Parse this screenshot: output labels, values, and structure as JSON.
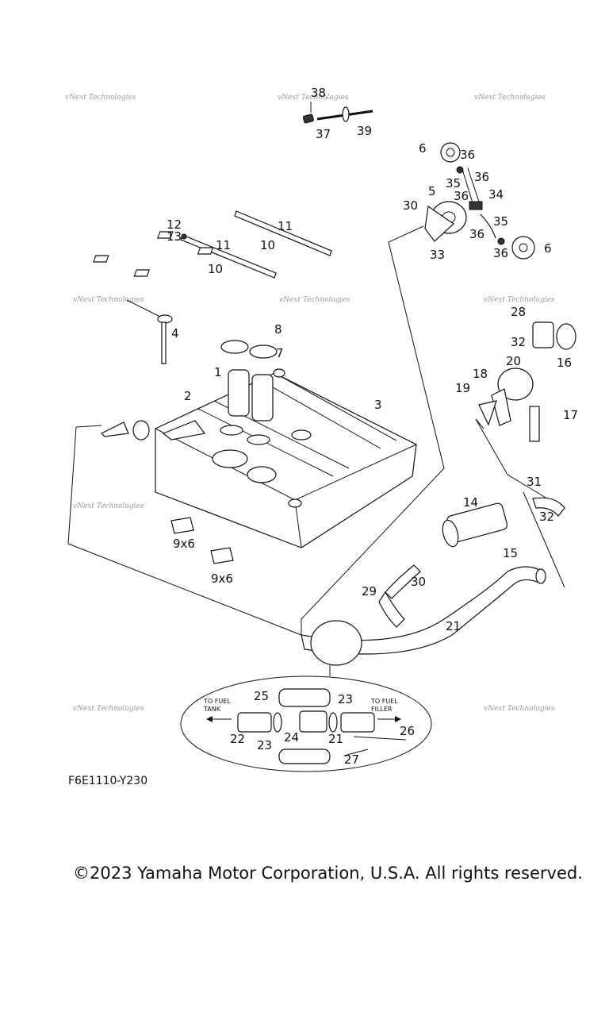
{
  "diagram_code": "F6E1110-Y230",
  "copyright": "©2023 Yamaha Motor Corporation, U.S.A. All rights reserved.",
  "watermark": "vNext Technologies",
  "detail": {
    "left_label": "TO FUEL\nTANK",
    "left_line1": "TO FUEL",
    "left_line2": "TANK",
    "right_line1": "TO FUEL",
    "right_line2": "FILLER"
  },
  "callouts": {
    "c1": "1",
    "c2": "2",
    "c3": "3",
    "c4": "4",
    "c5": "5",
    "c6a": "6",
    "c6b": "6",
    "c7": "7",
    "c8": "8",
    "c9a": "9x6",
    "c9b": "9x6",
    "c10a": "10",
    "c10b": "10",
    "c11a": "11",
    "c11b": "11",
    "c12": "12",
    "c13": "13",
    "c14": "14",
    "c15": "15",
    "c16": "16",
    "c17": "17",
    "c18": "18",
    "c19": "19",
    "c20": "20",
    "c21": "21",
    "c21b": "21",
    "c22": "22",
    "c23a": "23",
    "c23b": "23",
    "c24": "24",
    "c25": "25",
    "c26": "26",
    "c27": "27",
    "c28": "28",
    "c29": "29",
    "c30a": "30",
    "c30b": "30",
    "c31": "31",
    "c32a": "32",
    "c32b": "32",
    "c33": "33",
    "c34": "34",
    "c35a": "35",
    "c35b": "35",
    "c36a": "36",
    "c36b": "36",
    "c36c": "36",
    "c36d": "36",
    "c36e": "36",
    "c37": "37",
    "c38": "38",
    "c39": "39"
  }
}
